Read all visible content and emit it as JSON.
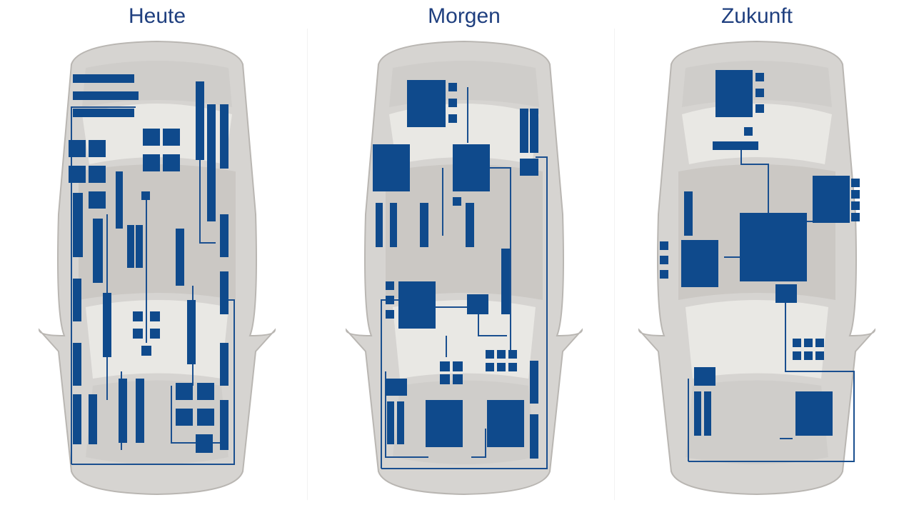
{
  "panels": [
    {
      "id": "heute",
      "title": "Heute"
    },
    {
      "id": "morgen",
      "title": "Morgen"
    },
    {
      "id": "zukunft",
      "title": "Zukunft"
    }
  ],
  "colors": {
    "ecu_blue": "#0f4a8c",
    "wire_blue": "#1a4f8f",
    "title_blue": "#1f3f7f",
    "car_body": "#d6d4d1",
    "car_cabin": "#cbc8c4",
    "glass": "#eeece9",
    "car_outline": "#b9b6b2"
  },
  "icons": {
    "car_topview": "car-top-view-icon",
    "ecu": "ecu-block-icon"
  }
}
